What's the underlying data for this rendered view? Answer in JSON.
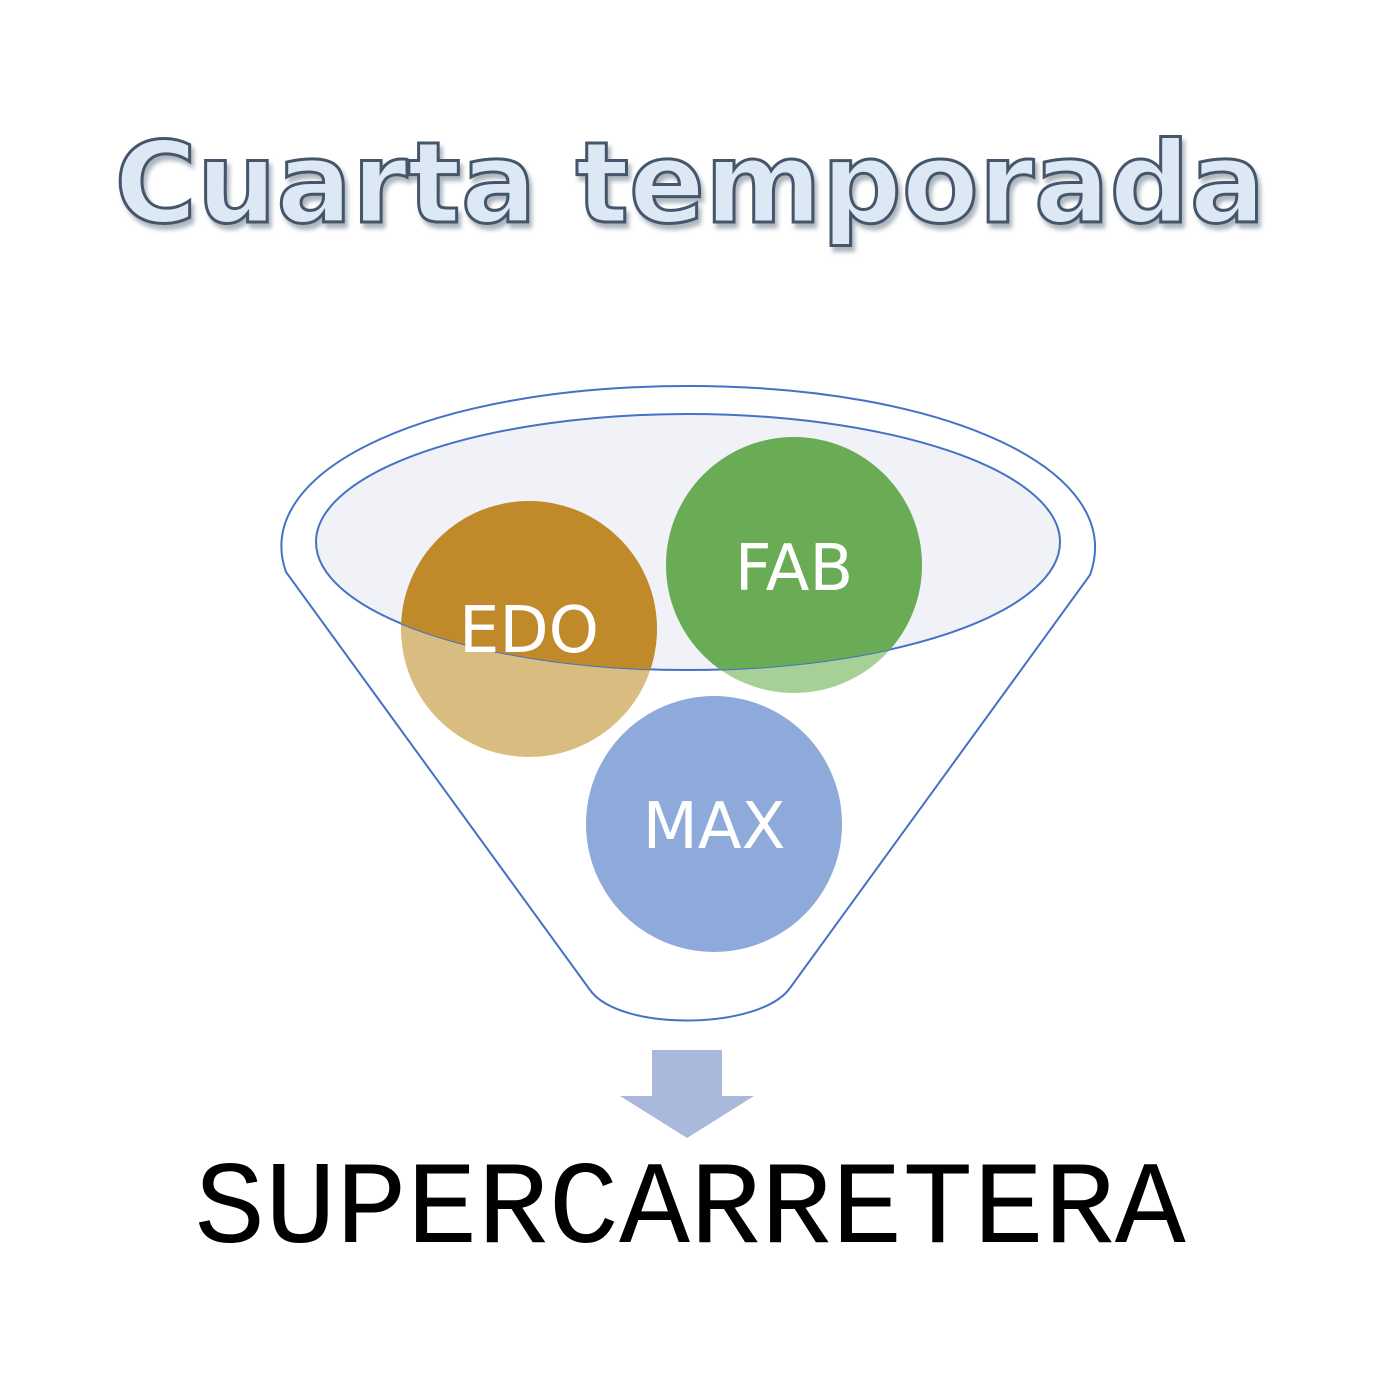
{
  "title": "Cuarta temporada",
  "funnel": {
    "items": [
      {
        "label": "EDO",
        "color": "#c08a2b",
        "light_color": "#d9bd80"
      },
      {
        "label": "FAB",
        "color": "#6aab55",
        "light_color": "#a7d096"
      },
      {
        "label": "MAX",
        "color": "#8eaadb",
        "light_color": "#8eaadb"
      }
    ],
    "outline_color": "#4472c4",
    "rim_fill": "#e4e8f3",
    "arrow_color": "#aab8dc"
  },
  "output": "SUPERCARRETERA",
  "colors": {
    "title_fill": "#dce9f5",
    "title_stroke": "#44546a"
  }
}
